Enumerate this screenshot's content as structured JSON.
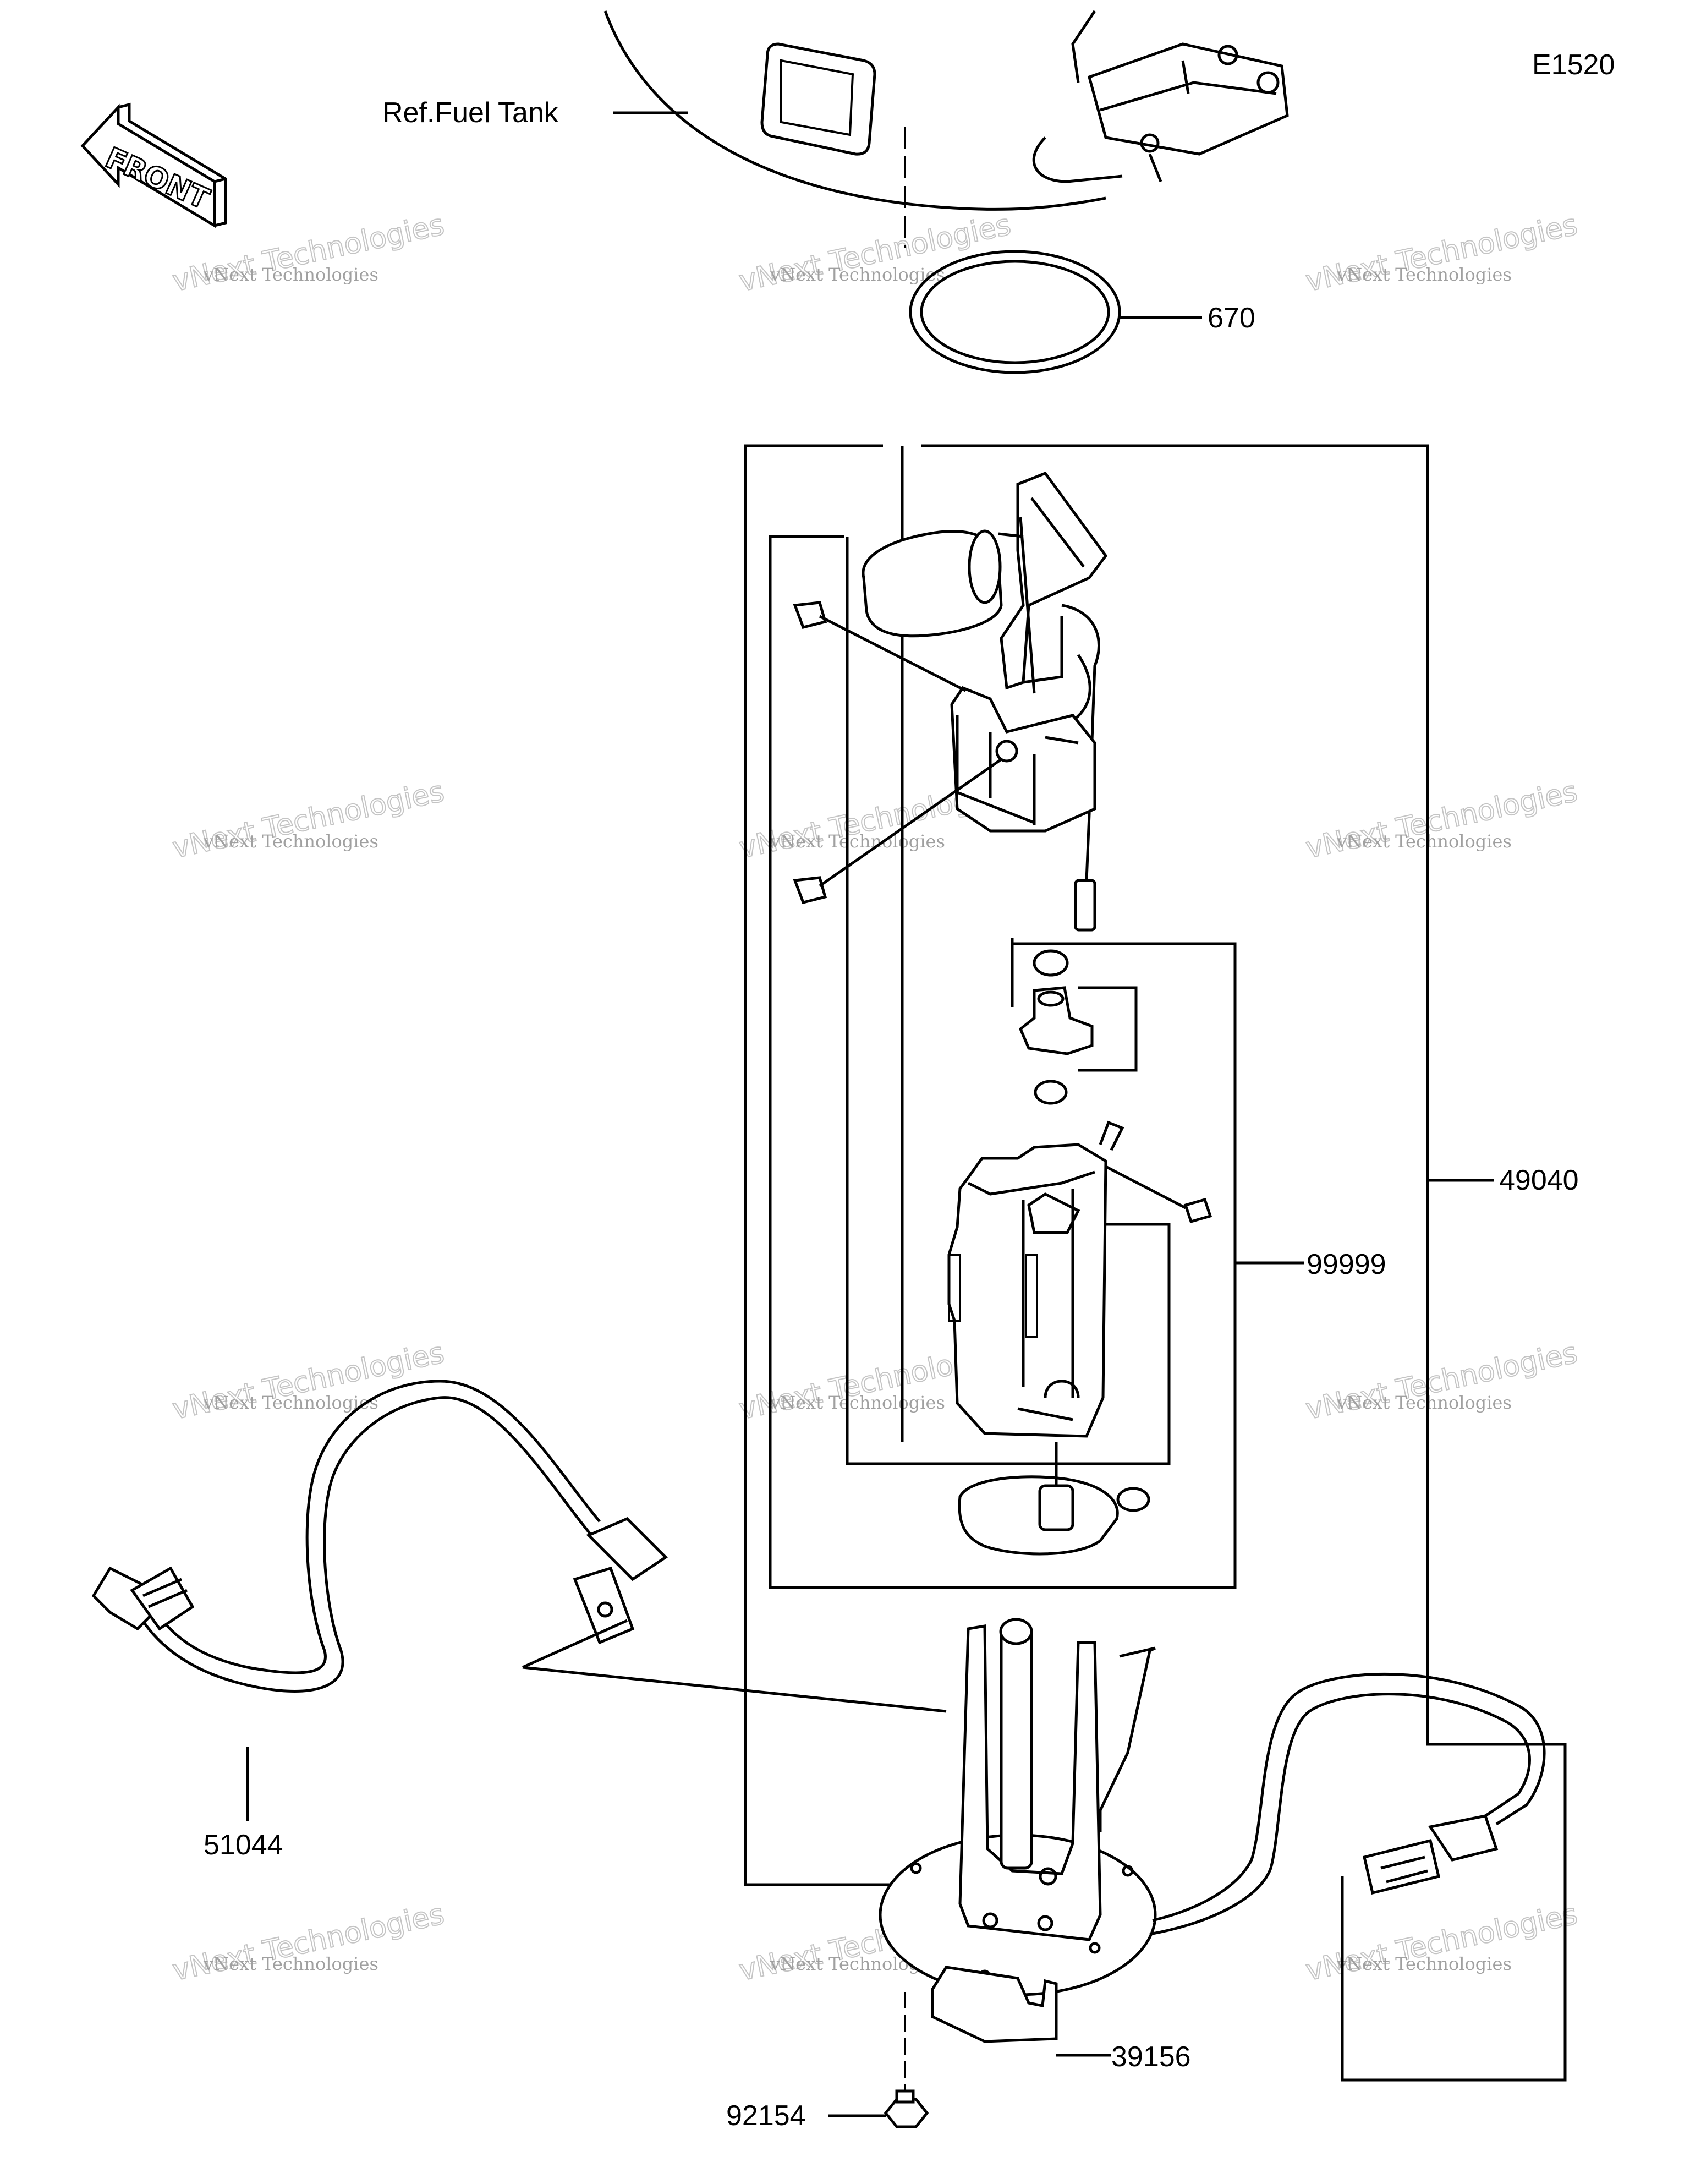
{
  "diagram_code": "E1520",
  "direction_label": "FRONT",
  "reference_label": "Ref.Fuel Tank",
  "callouts": [
    {
      "id": "o-ring",
      "number": "670"
    },
    {
      "id": "fuel-pump-assy",
      "number": "49040"
    },
    {
      "id": "pump-subassembly",
      "number": "99999"
    },
    {
      "id": "fuel-hose",
      "number": "51044"
    },
    {
      "id": "pad",
      "number": "39156"
    },
    {
      "id": "bolt",
      "number": "92154"
    }
  ],
  "watermark": {
    "line1": "vNext Technologies",
    "line2": "vNext Technologies"
  },
  "colors": {
    "lines": "#000000",
    "background": "#ffffff",
    "watermark": "#a0a0a0"
  }
}
